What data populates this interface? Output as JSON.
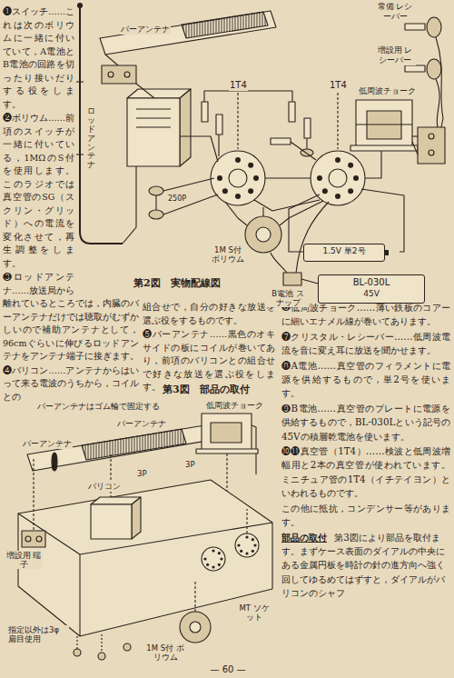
{
  "diagram": {
    "nodes": [
      {
        "text": [
          "1.5V 単2号"
        ]
      },
      {
        "text": [
          "BL-030L",
          "45V"
        ]
      }
    ],
    "labels": [
      "❶スイッチ……これは次のボリウムに一緒に付いていて，A電池とB電池の回路を切ったり接いだりする役をします。",
      "❷ボリウム……前項のスイッチが一緒に付いている，1MΩのS付を使用します。このラジオでは真空管のSG（スクリン・グリッド）への電流を変化させて，再生調整をします。",
      "❸ロッドアンテナ……放送局から離れているところでは，内臓のバーアンテナだけでは聴取がむずかしいので補助アンテナとして，96cmぐらいに伸びるロッドアンテナをアンテナ端子に接ぎます。",
      "❹バリコン……アンテナからはいって来る電波のうちから，コイルとの",
      "バーアンテナ",
      "ロッドアンテナ",
      "常備 レシーバー",
      "増設用 レシーバー",
      "1T4",
      "1T4",
      "低周波チョーク",
      "250P",
      "1M S付 ボリウム",
      "B電池 スナップ",
      "第2図　実物配線図",
      "組合せで，自分の好きな放送を選ぶ役をするものです。",
      "❺バーアンテナ……黒色のオキサイドの板にコイルが巻いてあり，前項のバリコンとの組合せで好きな放送を選ぶ役をします。",
      "❻低周波チョーク……薄い鉄板のコアーに細いエナメル線が巻いてあります。",
      "❼クリスタル・レシーバー……低周波電流を音に変え耳に放送を聞かせます。",
      "❽A電池……真空管のフィラメントに電源を供給するもので，単2号を使います。",
      "❾B電池……真空管のプレートに電源を供給するもので，BL-030Lという記号の45Vの積層乾電池を使います。",
      "❿⓫真空管（1T4）……検波と低周波増幅用と2本の真空管が使われています。ミニチュア管の1T4（イチテイヨン）といわれるものです。",
      "この他に抵抗，コンデンサー等があります。",
      "部品の取付",
      "第3図により部品を取付ます。まずケース表面のダイアルの中央にある金属円板を時計の針の進方向へ強く回してゆるめてはずすと，ダイアルがバリコンのシャフ",
      "第3図　部品の取付",
      "バーアンテナはゴム輪で固定する",
      "低周波チョーク",
      "バーアンテナ",
      "バーアンテナ",
      "バリコン",
      "3P",
      "3P",
      "増設用 端子",
      "指定以外は3φ 扁目使用",
      "1M S付 ボリウム",
      "MT ソケット",
      "— 60 —"
    ]
  }
}
